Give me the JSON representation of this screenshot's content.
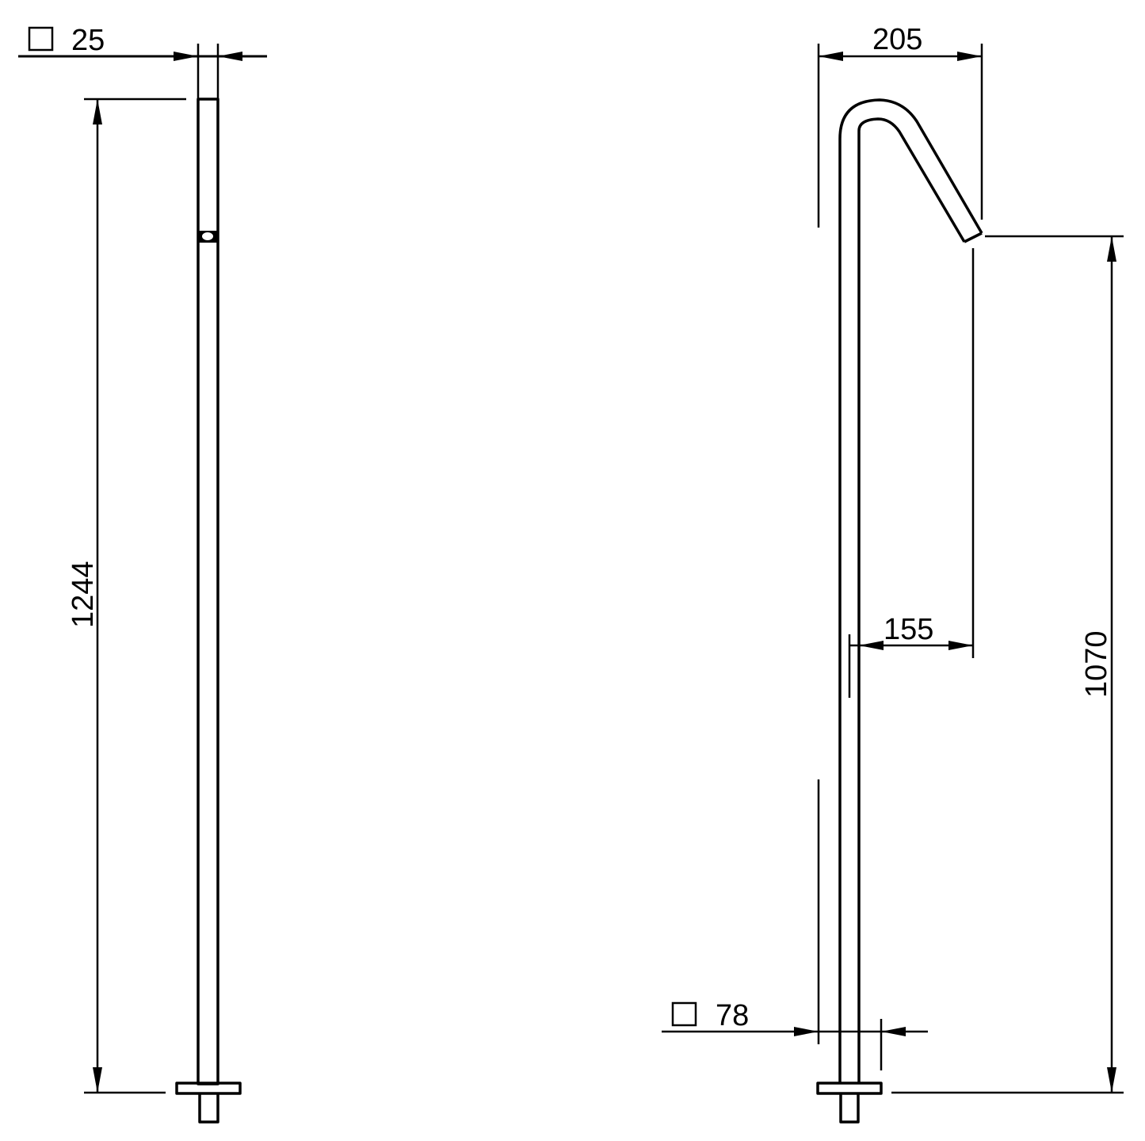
{
  "drawing": {
    "type": "technical dimension drawing",
    "views": [
      {
        "name": "side view",
        "dimensions": {
          "square_section_symbol": "□",
          "square_section": "25",
          "total_height": "1244"
        }
      },
      {
        "name": "front view",
        "dimensions": {
          "spout_reach": "205",
          "spout_offset": "155",
          "outlet_height": "1070",
          "base_square_symbol": "□",
          "base_square": "78"
        }
      }
    ]
  },
  "labels": {
    "side_square_symbol": "□",
    "side_square": "25",
    "side_height": "1244",
    "front_reach": "205",
    "front_offset": "155",
    "front_height": "1070",
    "front_base_symbol": "□",
    "front_base": "78"
  }
}
